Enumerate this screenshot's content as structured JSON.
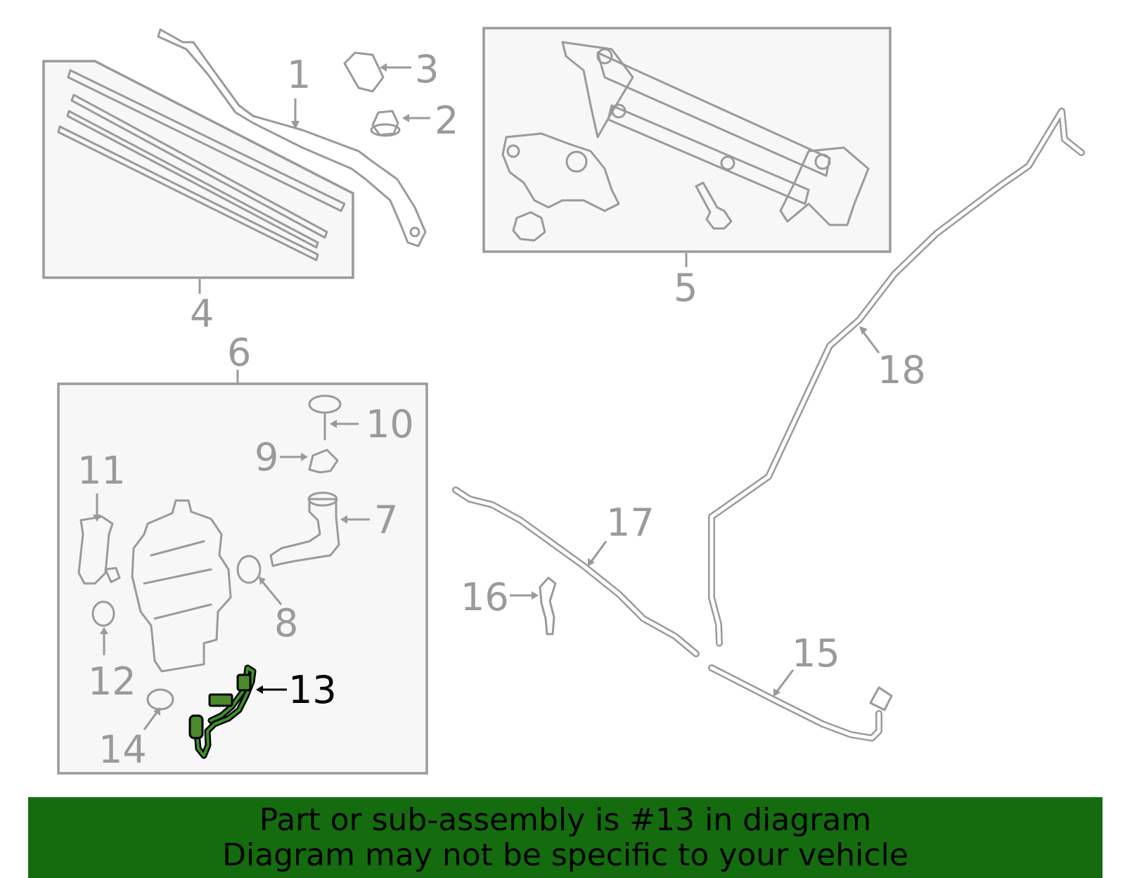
{
  "diagram": {
    "callouts": [
      "1",
      "2",
      "3",
      "4",
      "5",
      "6",
      "7",
      "8",
      "9",
      "10",
      "11",
      "12",
      "13",
      "14",
      "15",
      "16",
      "17",
      "18"
    ],
    "highlighted_part": "13",
    "highlight_color": "#4a8a2a",
    "line_color": "#9a9a9a"
  },
  "banner": {
    "line1": "Part or sub-assembly is #13 in diagram",
    "line2": "Diagram may not be specific to your vehicle",
    "background": "#146c0f"
  }
}
